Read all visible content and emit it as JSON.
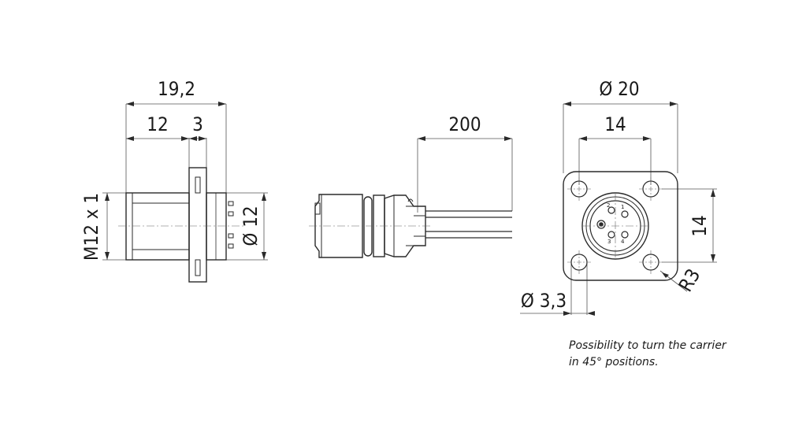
{
  "side_view": {
    "dim_overall_length": "19,2",
    "dim_body_length": "12",
    "dim_flange_thickness": "3",
    "dim_thread": "M12 x 1",
    "dim_diameter": "Ø 12"
  },
  "cable_view": {
    "dim_cable_length": "200"
  },
  "front_view": {
    "dim_outer_diameter": "Ø 20",
    "dim_hole_spacing_horizontal": "14",
    "dim_hole_spacing_vertical": "14",
    "dim_corner_radius": "R3",
    "dim_hole_diameter": "Ø 3,3",
    "pin_labels": [
      "1",
      "2",
      "3",
      "4"
    ]
  },
  "note": {
    "line1": "Possibility to turn the carrier",
    "line2": "in 45° positions."
  }
}
